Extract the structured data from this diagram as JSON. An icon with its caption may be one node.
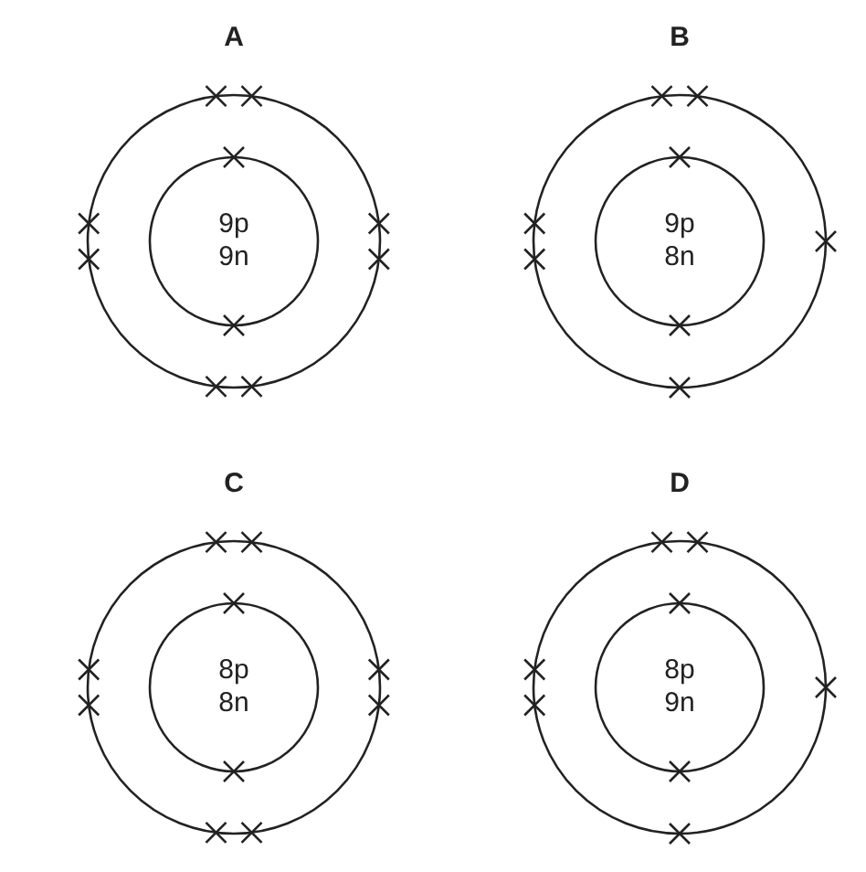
{
  "diagram": {
    "nodes": [
      {
        "text": [
          "A"
        ]
      },
      {
        "text": [
          "9p",
          "9n"
        ],
        "in": 0
      },
      {
        "text": [
          "B"
        ]
      },
      {
        "text": [
          "9p",
          "8n"
        ],
        "in": 2
      },
      {
        "text": [
          "C"
        ]
      },
      {
        "text": [
          "8p",
          "8n"
        ],
        "in": 4
      },
      {
        "text": [
          "D"
        ]
      },
      {
        "text": [
          "8p",
          "9n"
        ],
        "in": 6
      }
    ]
  }
}
